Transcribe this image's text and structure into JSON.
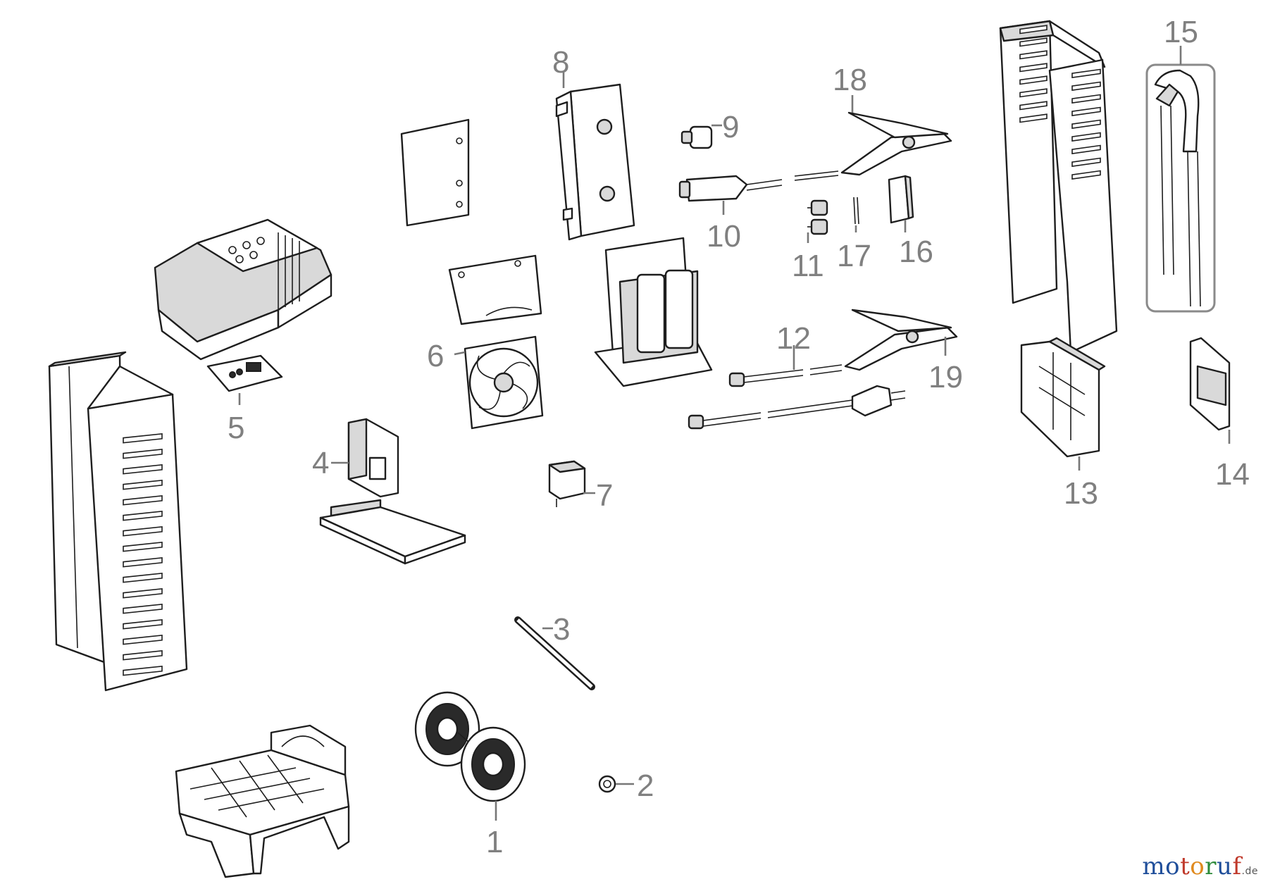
{
  "diagram": {
    "callouts": [
      "1",
      "2",
      "3",
      "4",
      "5",
      "6",
      "7",
      "8",
      "9",
      "10",
      "11",
      "12",
      "13",
      "14",
      "15",
      "16",
      "17",
      "18",
      "19"
    ]
  },
  "watermark": {
    "text": "motoruf",
    "suffix": ".de",
    "letter_colors": [
      "#1f4e9a",
      "#1f4e9a",
      "#c0392b",
      "#e08a1e",
      "#2e8b3a",
      "#1f4e9a",
      "#c0392b"
    ]
  }
}
